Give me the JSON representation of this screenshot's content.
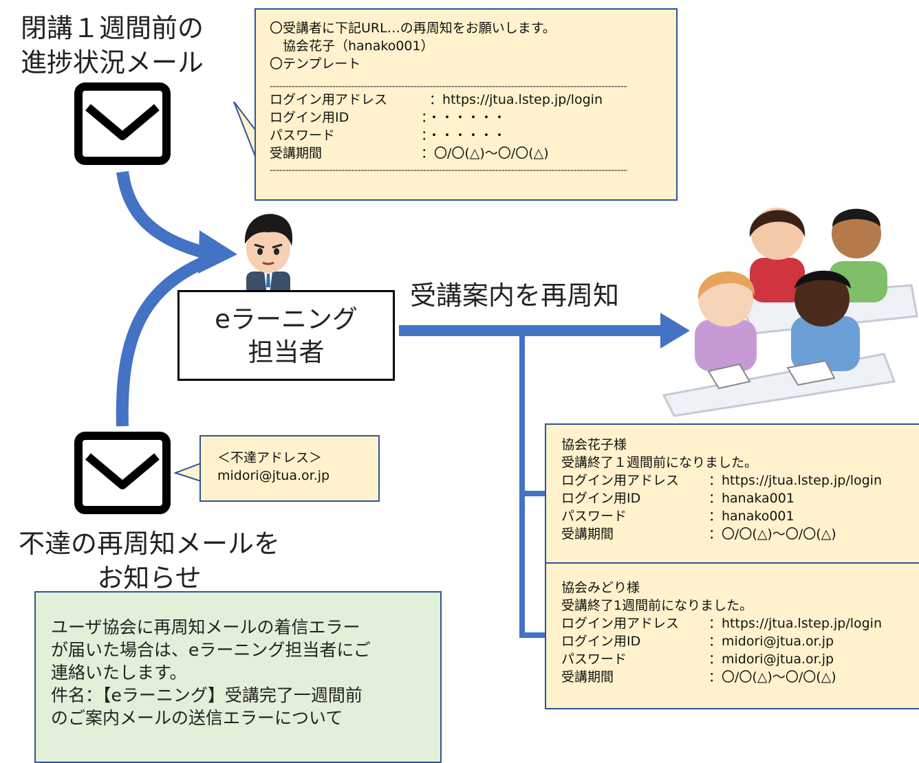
{
  "top_left_label": [
    "閉講１週間前の",
    "進捗状況メール"
  ],
  "bottom_left_label": [
    "不達の再周知メールを",
    "お知らせ"
  ],
  "center_box": [
    "eラーニング",
    "担当者"
  ],
  "arrow_label": "受講案内を再周知",
  "template_note": {
    "lines": [
      "〇受講者に下記URL…の再周知をお願いします。",
      "　協会花子（hanako001）",
      "〇テンプレート"
    ],
    "rows": [
      {
        "key": "ログイン用アドレス",
        "value": "：https://jtua.lstep.jp/login"
      },
      {
        "key": "ログイン用ID",
        "value": "：・・・・・・"
      },
      {
        "key": "パスワード",
        "value": "：・・・・・・"
      },
      {
        "key": "受講期間",
        "value": "：〇/〇(△)～〇/〇(△)"
      }
    ]
  },
  "undelivered_note": {
    "title": "＜不達アドレス＞",
    "address": "midori@jtua.or.jp"
  },
  "green_note": [
    "ユーザ協会に再周知メールの着信エラー",
    "が届いた場合は、eラーニング担当者にご",
    "連絡いたします。",
    "件名：【eラーニング】受講完了一週間前",
    "のご案内メールの送信エラーについて"
  ],
  "mail_hanako": {
    "lines": [
      "協会花子様",
      "受講終了１週間前になりました。"
    ],
    "rows": [
      {
        "key": "ログイン用アドレス",
        "value": "：https://jtua.lstep.jp/login"
      },
      {
        "key": "ログイン用ID",
        "value": "：hanaka001"
      },
      {
        "key": "パスワード",
        "value": "：hanako001"
      },
      {
        "key": "受講期間",
        "value": "：〇/〇(△)～〇/〇(△)"
      }
    ]
  },
  "mail_midori": {
    "lines": [
      "協会みどり様",
      "受講終了1週間前になりました。"
    ],
    "rows": [
      {
        "key": "ログイン用アドレス",
        "value": "：https://jtua.lstep.jp/login"
      },
      {
        "key": "ログイン用ID",
        "value": "：midori@jtua.or.jp"
      },
      {
        "key": "パスワード",
        "value": "：midori@jtua.or.jp"
      },
      {
        "key": "受講期間",
        "value": "：〇/〇(△)～〇/〇(△)"
      }
    ]
  },
  "colors": {
    "arrow": "#4472c4",
    "note_fill": "#fff2cc",
    "note_border": "#2f5597",
    "green_fill": "#e2f0d9"
  },
  "icons": [
    "envelope-icon",
    "envelope-icon",
    "staff-person-icon",
    "learners-group-icon"
  ]
}
